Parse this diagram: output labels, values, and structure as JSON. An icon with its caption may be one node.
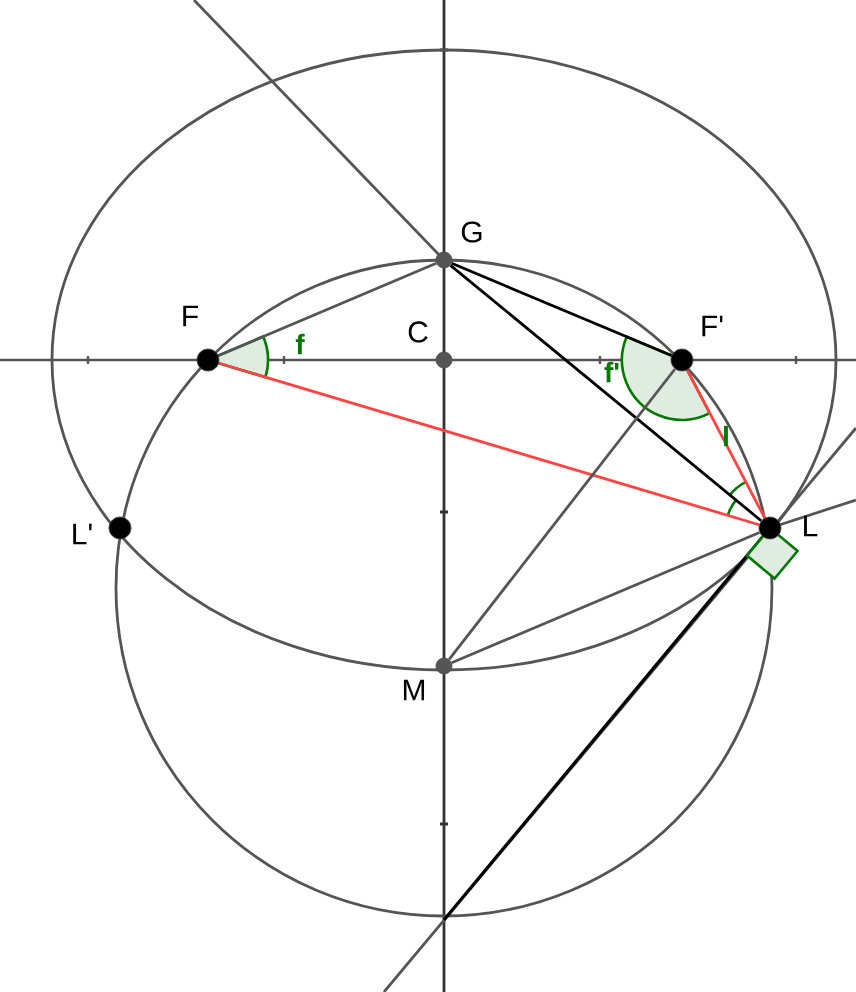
{
  "diagram": {
    "nodes": [
      {
        "text": [
          "F"
        ]
      },
      {
        "text": [
          "C"
        ]
      },
      {
        "text": [
          "G"
        ]
      },
      {
        "text": [
          "F'"
        ]
      },
      {
        "text": [
          "L"
        ]
      },
      {
        "text": [
          "L'"
        ]
      },
      {
        "text": [
          "M"
        ]
      }
    ],
    "edges": [
      {
        "from": 0,
        "to": 2,
        "arrow": "none"
      },
      {
        "from": 2,
        "to": 3,
        "arrow": "none",
        "color": "#000000"
      },
      {
        "from": 0,
        "to": 4,
        "arrow": "none",
        "color": "#ff4444"
      },
      {
        "from": 3,
        "to": 4,
        "arrow": "none",
        "color": "#ff4444"
      },
      {
        "from": 2,
        "to": 4,
        "arrow": "none",
        "color": "#000000"
      },
      {
        "from": 6,
        "to": 3,
        "arrow": "none"
      },
      {
        "from": 6,
        "to": 4,
        "arrow": "none"
      }
    ],
    "labels": [
      "f",
      "f'",
      "l"
    ]
  }
}
